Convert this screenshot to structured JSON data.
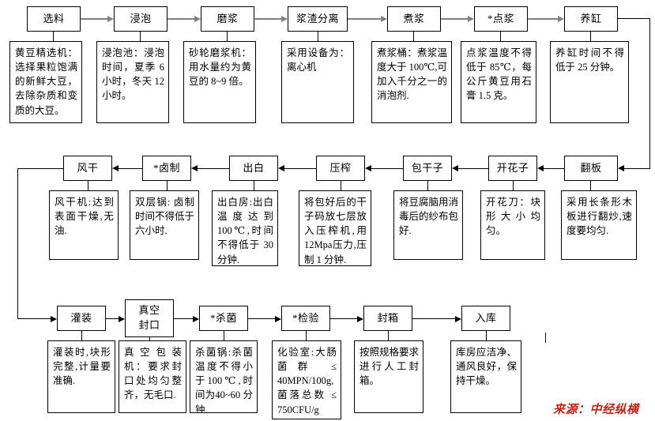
{
  "diagram": {
    "title_source": "来源：中经纵横",
    "rows": [
      {
        "id": "row-1",
        "direction": "left-to-right",
        "arrow_color": "#808080",
        "steps": [
          {
            "label": "选料",
            "desc": "黄豆精选机：选择果粒饱满的新鲜大豆，去除杂质和变质的大豆。"
          },
          {
            "label": "浸泡",
            "desc": "浸泡池：浸泡时间，夏季 6 小时，冬天 12 小时。"
          },
          {
            "label": "磨浆",
            "desc": "砂轮磨浆机：用水量约为黄豆的 8~9 倍。"
          },
          {
            "label": "浆渣分离",
            "desc": "采用设备为：离心机"
          },
          {
            "label": "煮浆",
            "desc": "煮浆桶：煮浆温度大于 100℃,可加入千分之一的消泡剂."
          },
          {
            "label": "*点浆",
            "desc": "点浆温度不得低于 85℃，每公斤黄豆用石膏 1.5 克。"
          },
          {
            "label": "养缸",
            "desc": "养缸时间不得低于 25 分钟。"
          }
        ]
      },
      {
        "id": "row-2",
        "direction": "right-to-left",
        "arrow_color": "#000000",
        "steps": [
          {
            "label": "风干",
            "desc": "风干机:达到表面干燥,无油."
          },
          {
            "label": "*卤制",
            "desc": "双层锅: 卤制时间不得低于六小时."
          },
          {
            "label": "出白",
            "desc": "出白房:出白温度达到100℃,时间不得低于 30 分钟."
          },
          {
            "label": "压榨",
            "desc": "将包好后的干子码放七层放入压榨机,用12Mpa压力,压制 1 分钟."
          },
          {
            "label": "包干子",
            "desc": "将豆腐脑用消毒后的纱布包好."
          },
          {
            "label": "开花子",
            "desc": "开花刀：块形大小均匀。"
          },
          {
            "label": "翻板",
            "desc": "采用长条形木板进行翻炒,速度要均匀."
          }
        ]
      },
      {
        "id": "row-3",
        "direction": "left-to-right",
        "arrow_color": "#000000",
        "steps": [
          {
            "label": "灌装",
            "desc": "灌装时,块形完整,计量要准确."
          },
          {
            "label": "真空\n封口",
            "label_line1": "真空",
            "label_line2": "封口",
            "desc": "真空包装机：要求封口处均匀整齐，无毛口."
          },
          {
            "label": "*杀菌",
            "desc": "杀菌锅:杀菌温度不得小于100℃,时间为40~60 分钟."
          },
          {
            "label": "*检验",
            "desc": "化验室:大肠菌群 ≤ 40MPN/100g,菌落总数 ≤ 750CFU/g"
          },
          {
            "label": "封箱",
            "desc": "按照规格要求进行人工封箱。"
          },
          {
            "label": "入库",
            "desc": "库房应洁净、通风良好，保持干燥。"
          }
        ]
      }
    ]
  }
}
